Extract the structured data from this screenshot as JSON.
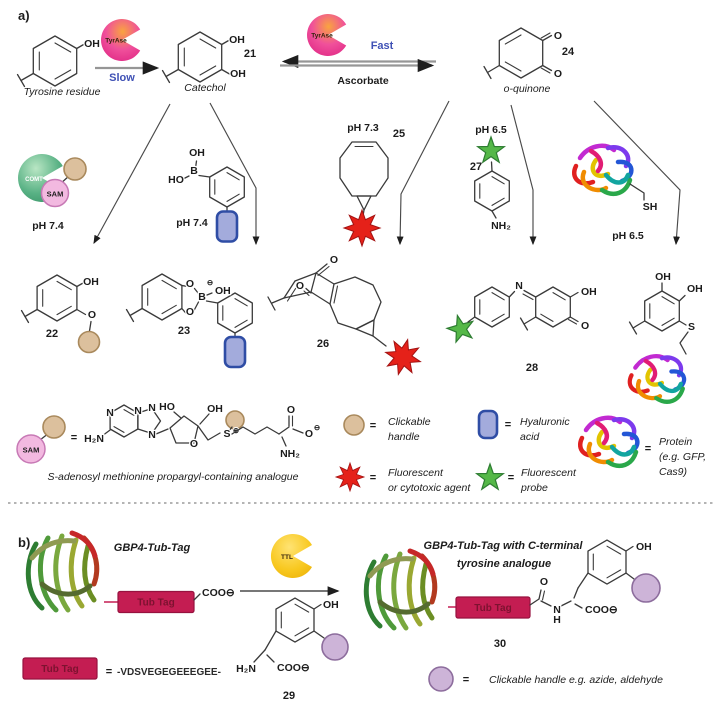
{
  "colors": {
    "clickable_handle_fill": "#dcc09d",
    "hyaluronic_fill": "#a3abdc",
    "red_agent_fill": "#e52119",
    "green_probe_fill": "#55b848",
    "purple_handle_fill": "#cdb4d8",
    "sam_fill": "#f2b9e0",
    "tubtag_fill": "#c41d52",
    "accent_blue": "#3f51b5"
  },
  "panel_a": {
    "tag": "a)",
    "tyrase": "TyrAse",
    "slow": "Slow",
    "fast": "Fast",
    "ascorbate": "Ascorbate",
    "tyrosine": {
      "oh": "OH",
      "name": "Tyrosine residue"
    },
    "catechol": {
      "oh_top": "OH",
      "oh_bottom": "OH",
      "num": "21",
      "name": "Catechol"
    },
    "oquinone": {
      "o_top": "O",
      "o_bottom": "O",
      "num": "24",
      "name": "o-quinone"
    },
    "comt": {
      "enzyme": "COMT",
      "sam": "SAM",
      "ph": "pH 7.4"
    },
    "boronic": {
      "oh": "OH",
      "ho": "HO",
      "b": "B",
      "ph": "pH 7.4"
    },
    "bcn": {
      "ph": "pH 7.3",
      "num": "25"
    },
    "aniline": {
      "ph": "pH 6.5",
      "num": "27",
      "nh2": "NH₂"
    },
    "protein_thiol": {
      "sh": "SH",
      "ph": "pH 6.5"
    },
    "p22": {
      "oh": "OH",
      "o": "O",
      "num": "22"
    },
    "p23": {
      "o_top": "O",
      "o_bottom": "O",
      "b": "B",
      "charge": "⊖",
      "oh": "OH",
      "num": "23"
    },
    "p26": {
      "o_top": "O",
      "o_left": "O",
      "num": "26"
    },
    "p28": {
      "n": "N",
      "oh": "OH",
      "o": "O",
      "num": "28"
    },
    "p_thiol": {
      "oh_top": "OH",
      "oh_right": "OH",
      "s": "S"
    },
    "sam_def": {
      "sam": "SAM",
      "eq": "=",
      "h2n": "H₂N",
      "n1": "N",
      "n2": "N",
      "n3": "N",
      "n4": "N",
      "ho": "HO",
      "oh": "OH",
      "o_ring": "O",
      "s": "S",
      "s_charge": "⊕",
      "o_carbonyl": "O",
      "o_minus": "O",
      "o_charge": "⊖",
      "nh2": "NH₂",
      "caption": "S-adenosyl methionine propargyl-containing analogue"
    },
    "legend": {
      "clickable": {
        "eq": "=",
        "l1": "Clickable",
        "l2": "handle"
      },
      "hyaluronic": {
        "eq": "=",
        "l1": "Hyaluronic",
        "l2": "acid"
      },
      "agent": {
        "eq": "=",
        "l1": "Fluorescent",
        "l2": "or cytotoxic agent"
      },
      "probe": {
        "eq": "=",
        "l1": "Fluorescent",
        "l2": "probe"
      },
      "protein": {
        "eq": "=",
        "l1": "Protein",
        "l2": "(e.g. GFP,",
        "l3": "Cas9)"
      }
    }
  },
  "panel_b": {
    "tag": "b)",
    "title": "GBP4-Tub-Tag",
    "ttl": "TTL",
    "tubtag": "Tub Tag",
    "coo": "COO⊖",
    "product_title_l1": "GBP4-Tub-Tag with C-terminal",
    "product_title_l2": "tyrosine analogue",
    "c29": {
      "oh": "OH",
      "h2n": "H₂N",
      "coo": "COO⊖",
      "num": "29"
    },
    "p30": {
      "o": "O",
      "n": "N",
      "h": "H",
      "coo": "COO⊖",
      "oh": "OH",
      "num": "30"
    },
    "legend": {
      "eq1": "=",
      "sequence": "-VDSVEGEGEEEGEE-",
      "eq2": "=",
      "clickable": "Clickable handle e.g. azide, aldehyde"
    }
  }
}
